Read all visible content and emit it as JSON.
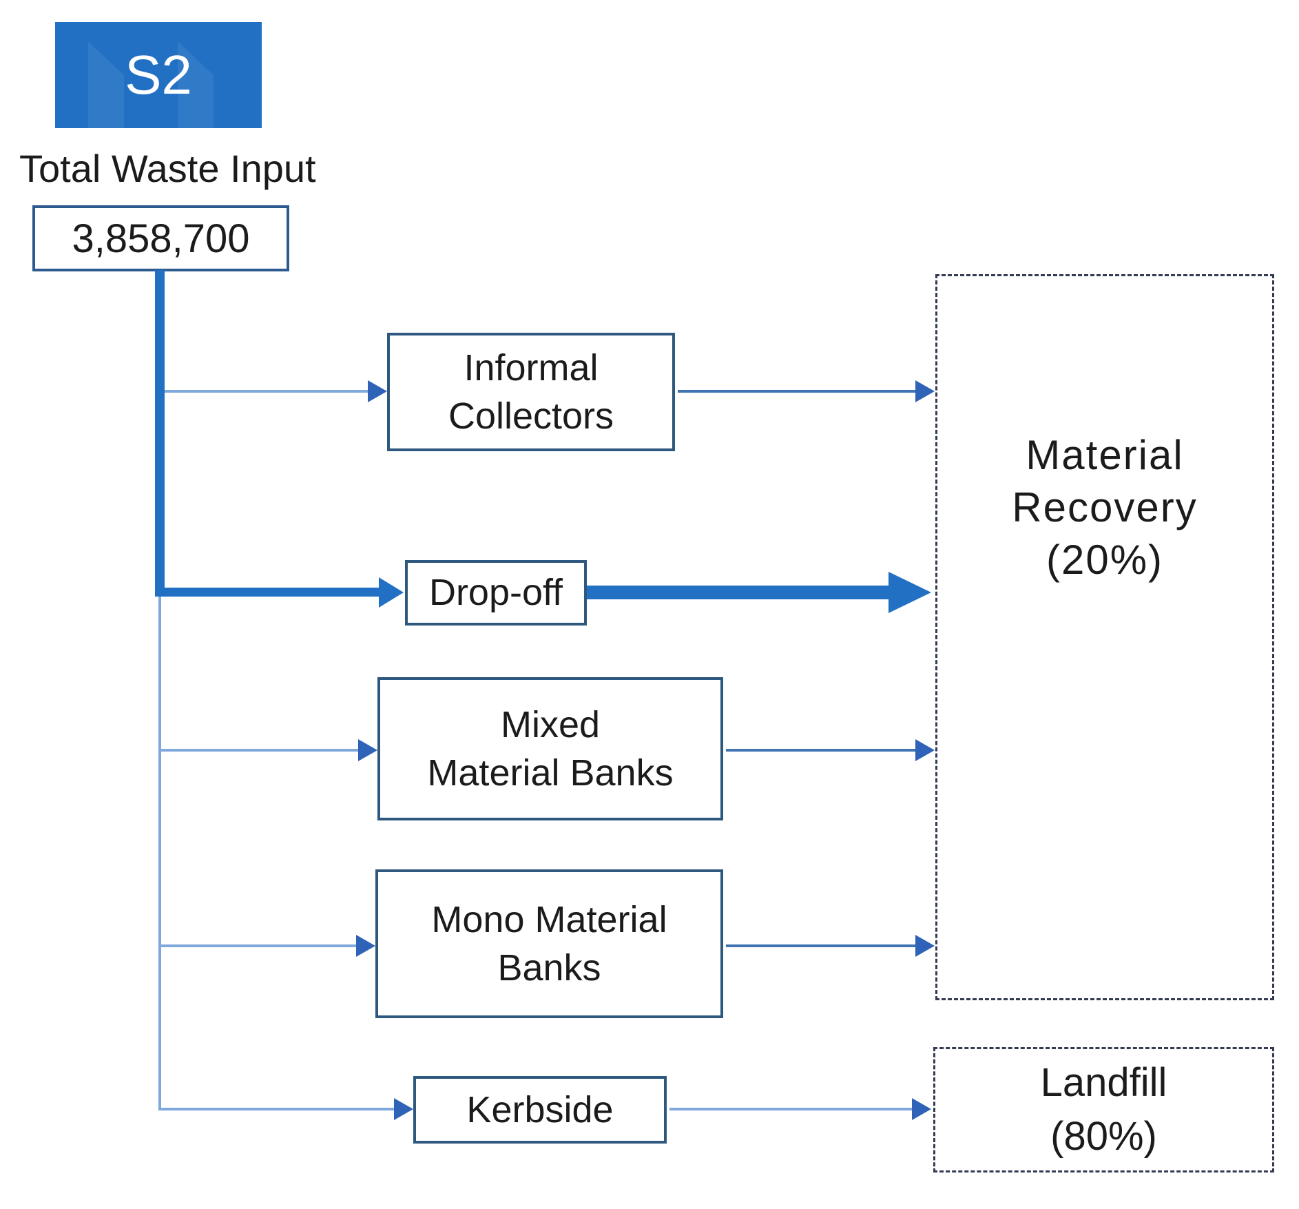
{
  "header": {
    "scenario": "S2",
    "total_waste_label": "Total Waste Input",
    "total_waste_value": "3,858,700"
  },
  "channels": {
    "informal": {
      "line1": "Informal",
      "line2": "Collectors"
    },
    "dropoff": {
      "line1": "Drop-off"
    },
    "mixed": {
      "line1": "Mixed",
      "line2": "Material Banks"
    },
    "mono": {
      "line1": "Mono Material",
      "line2": "Banks"
    },
    "kerbside": {
      "line1": "Kerbside"
    }
  },
  "outcomes": {
    "material_recovery": {
      "line1": "Material",
      "line2": "Recovery",
      "line3": "(20%)"
    },
    "landfill": {
      "line1": "Landfill",
      "line2": "(80%)"
    }
  },
  "colors": {
    "accent": "#2170C4",
    "line_light": "#7FA9DC",
    "line_steel": "#3E74B4",
    "arrowhead": "#2E63B8",
    "box_border": "#2F587E",
    "dash_border": "#333A52",
    "text": "#1B1B1B",
    "badge_text": "#FFFFFF"
  }
}
